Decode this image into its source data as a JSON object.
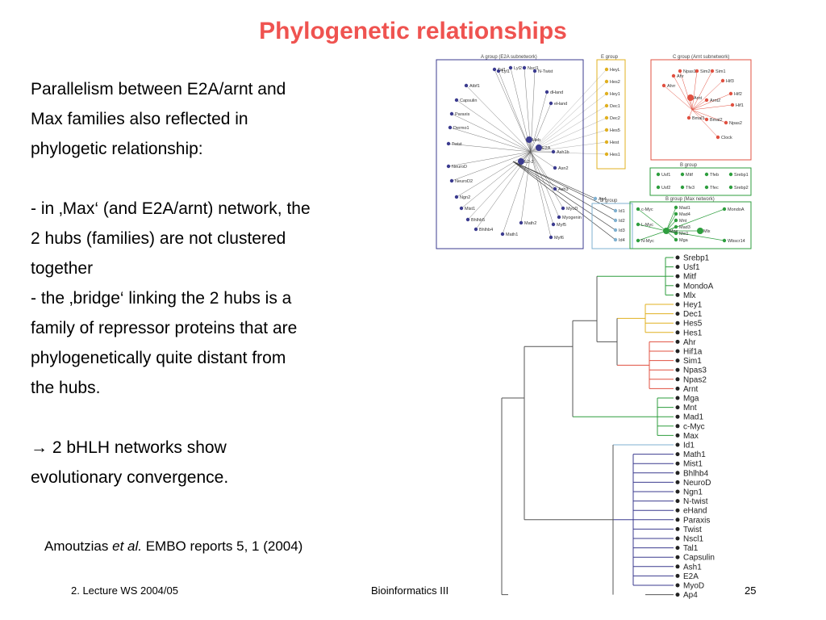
{
  "slide": {
    "title": "Phylogenetic relationships",
    "paragraphs": [
      "Parallelism between E2A/arnt and",
      "Max families also reflected in",
      "phylogetic relationship:",
      "",
      "- in ‚Max‘ (and E2A/arnt) network, the",
      "2 hubs (families) are not clustered",
      "together",
      "- the ‚bridge‘ linking the 2 hubs is a",
      "family of repressor proteins that are",
      "phylogenetically quite distant from",
      "the hubs.",
      "",
      "→ 2 bHLH networks show",
      "evolutionary convergence."
    ],
    "citation": {
      "authors": "Amoutzias",
      "etal": "et al.",
      "journal": "EMBO reports 5, 1 (2004)"
    },
    "footer": {
      "left": "2. Lecture WS 2004/05",
      "center": "Bioinformatics III",
      "page": "25"
    }
  },
  "network_figure": {
    "group_labels": {
      "a": "A group  (E2A subnetwork)",
      "e": "E group",
      "c": "C group (Arnt subnetwork)",
      "b1": "B group",
      "b2": "B group (Max network)",
      "d": "D group"
    },
    "colors": {
      "a": "#3b3b8f",
      "e": "#e0b020",
      "c": "#e05040",
      "b": "#2e9e3e",
      "d": "#7fb0d0"
    },
    "a_nodes": [
      "Lyl1",
      "Tal1",
      "Lyl2",
      "Nscl1",
      "N-Twist",
      "Atbf1",
      "Capsulin",
      "Paraxis",
      "Dermo1",
      "Twist",
      "dHand",
      "eHand",
      "Heb",
      "E2A",
      "E2-2",
      "Ash1b",
      "Asn2",
      "Ash3",
      "NeuroD",
      "NeuroD2",
      "Ngn2",
      "Mist1",
      "Bhlhb5",
      "Bhlhb4",
      "Math1",
      "Math2",
      "Myogenin",
      "Myf5",
      "Myf6",
      "MyoD"
    ],
    "e_nodes": [
      "HeyL",
      "Hes2",
      "Hey1",
      "Dec1",
      "Dec2",
      "Hes5",
      "Hest",
      "Hes1"
    ],
    "c_nodes": [
      "Ahr",
      "Ahrr",
      "Npas1",
      "Sim2",
      "Sim1",
      "Hif3",
      "Hif2",
      "Hif1",
      "Arnt",
      "Arnt2",
      "Bmal1",
      "Bmal2",
      "Npas2",
      "Clock"
    ],
    "b1_nodes": [
      "Usf1",
      "Mitf",
      "Tfeb",
      "Srebp1",
      "Usf2",
      "Tfe3",
      "Tfec",
      "Srebp2"
    ],
    "b2_nodes": [
      "c-Myc",
      "Mad1",
      "Mad4",
      "Mnt",
      "Mad3",
      "Mxi1",
      "Mga",
      "L-Myc",
      "N-Myc",
      "Max",
      "Mlx",
      "MondoA",
      "Wbscr14"
    ],
    "d_nodes": [
      "Ap4",
      "Id1",
      "Id2",
      "Id3",
      "Id4"
    ]
  },
  "tree_figure": {
    "leaves": [
      "Srebp1",
      "Usf1",
      "Mitf",
      "MondoA",
      "Mlx",
      "Hey1",
      "Dec1",
      "Hes5",
      "Hes1",
      "Ahr",
      "Hif1a",
      "Sim1",
      "Npas3",
      "Npas2",
      "Arnt",
      "Mga",
      "Mnt",
      "Mad1",
      "c-Myc",
      "Max",
      "Id1",
      "Math1",
      "Mist1",
      "Bhlhb4",
      "NeuroD",
      "Ngn1",
      "N-twist",
      "eHand",
      "Paraxis",
      "Twist",
      "Nscl1",
      "Tal1",
      "Capsulin",
      "Ash1",
      "E2A",
      "MyoD",
      "Ap4"
    ],
    "leaf_colors": [
      "#2e9e3e",
      "#2e9e3e",
      "#2e9e3e",
      "#2e9e3e",
      "#2e9e3e",
      "#e0b020",
      "#e0b020",
      "#e0b020",
      "#e0b020",
      "#e05040",
      "#e05040",
      "#e05040",
      "#e05040",
      "#e05040",
      "#e05040",
      "#2e9e3e",
      "#2e9e3e",
      "#2e9e3e",
      "#2e9e3e",
      "#2e9e3e",
      "#7fb0d0",
      "#3b3b8f",
      "#3b3b8f",
      "#3b3b8f",
      "#3b3b8f",
      "#3b3b8f",
      "#3b3b8f",
      "#3b3b8f",
      "#3b3b8f",
      "#3b3b8f",
      "#3b3b8f",
      "#3b3b8f",
      "#3b3b8f",
      "#3b3b8f",
      "#3b3b8f",
      "#3b3b8f",
      "#555555"
    ]
  }
}
